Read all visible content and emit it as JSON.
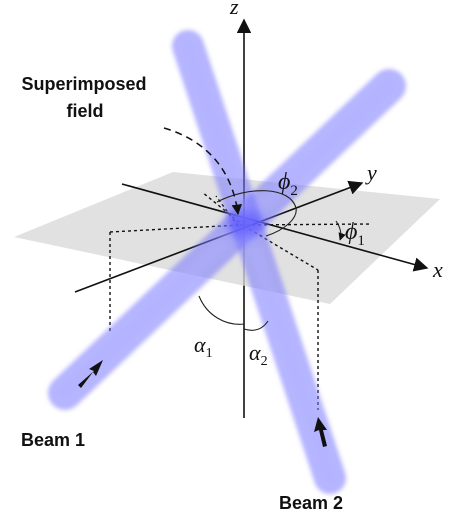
{
  "labels": {
    "superimposed": [
      "Superimposed",
      "field"
    ],
    "beam1": "Beam 1",
    "beam2": "Beam 2",
    "axis_x": "x",
    "axis_y": "y",
    "axis_z": "z",
    "phi1": {
      "base": "ϕ",
      "sub": "1"
    },
    "phi2": {
      "base": "ϕ",
      "sub": "2"
    },
    "alpha1": {
      "base": "α",
      "sub": "1"
    },
    "alpha2": {
      "base": "α",
      "sub": "2"
    }
  },
  "colors": {
    "beam": "#7a78ff",
    "plane": "#d9d9d9",
    "ink": "#111111"
  }
}
